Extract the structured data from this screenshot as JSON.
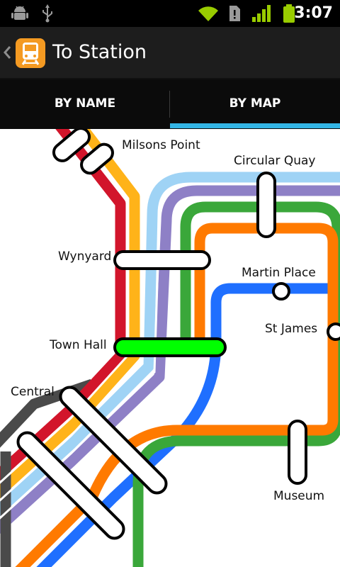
{
  "status_bar": {
    "time": "3:07",
    "icons": [
      "android-debug-icon",
      "usb-icon",
      "wifi-icon",
      "sim-icon",
      "signal-icon",
      "battery-icon"
    ]
  },
  "action_bar": {
    "title": "To Station",
    "app_icon": "train-icon",
    "back_icon": "chevron-left-icon"
  },
  "tabs": [
    {
      "label": "BY NAME",
      "selected": false
    },
    {
      "label": "BY MAP",
      "selected": true
    }
  ],
  "colors": {
    "accent": "#33b5e5",
    "selected_station": "#00ff00",
    "line_red": "#d2152b",
    "line_yellow": "#ffb319",
    "line_lightblue": "#9fd3f5",
    "line_purple": "#8e80c6",
    "line_green": "#3aa73a",
    "line_orange": "#ff7a00",
    "line_blue": "#1f6fff",
    "line_gray": "#4a4a4a"
  },
  "map": {
    "stations": {
      "milsons_point": "Milsons Point",
      "circular_quay": "Circular Quay",
      "wynyard": "Wynyard",
      "martin_place": "Martin Place",
      "st_james": "St James",
      "town_hall": "Town Hall",
      "central": "Central",
      "museum": "Museum"
    },
    "selected_station": "Town Hall"
  }
}
